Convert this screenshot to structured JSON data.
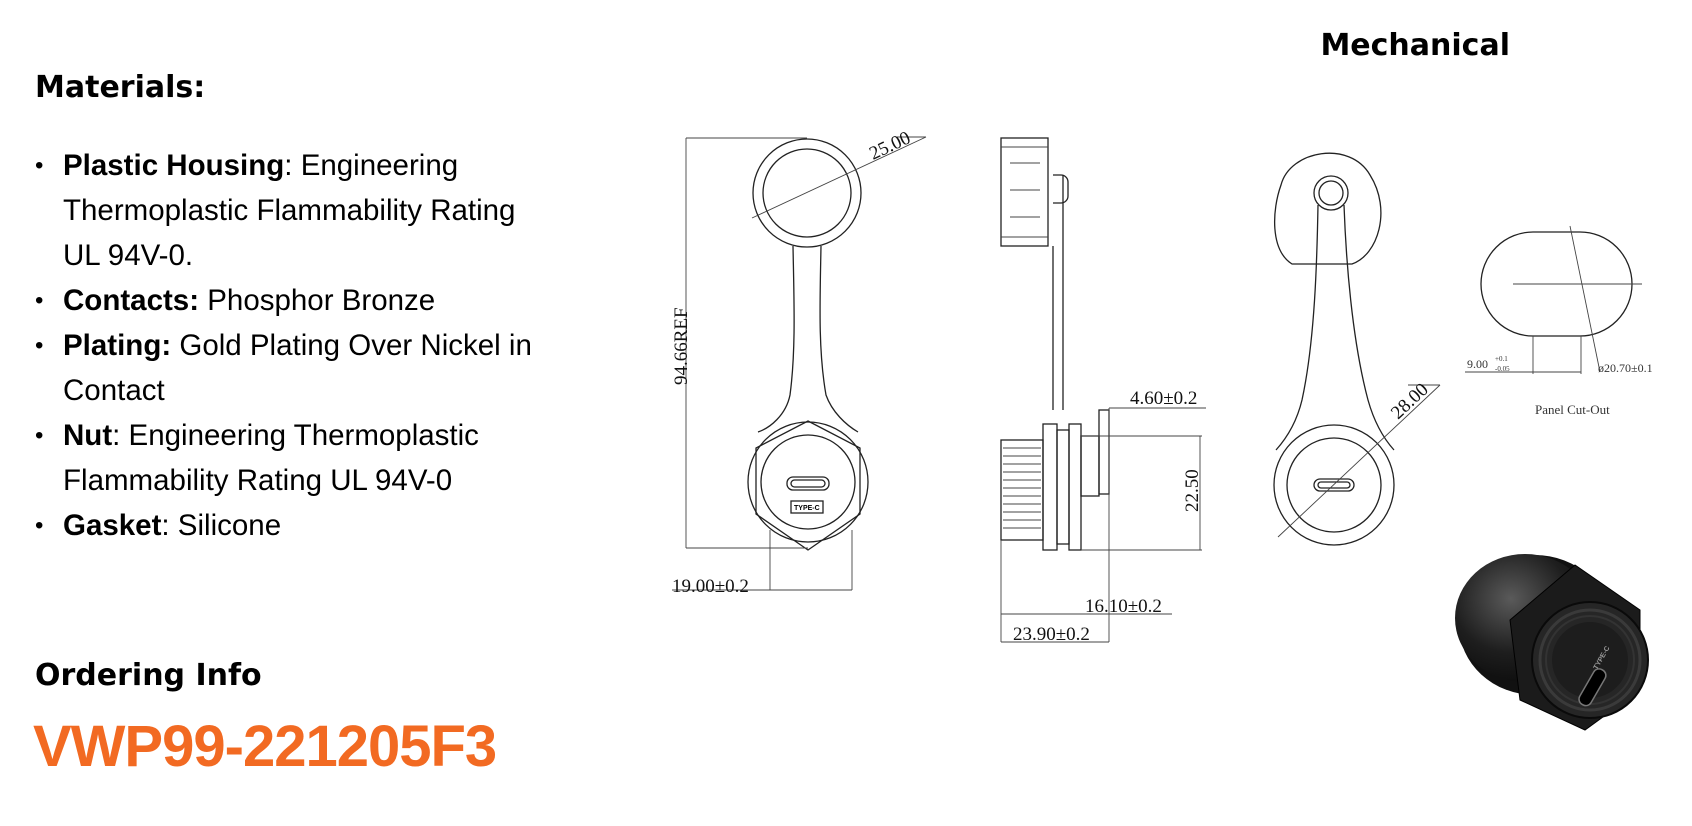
{
  "headings": {
    "mechanical": "Mechanical",
    "materials": "Materials:",
    "ordering": "Ordering Info"
  },
  "materials": [
    {
      "name": "Plastic Housing",
      "sep": ":",
      "text": " Engineering Thermoplastic Flammability Rating UL 94V-0."
    },
    {
      "name": "Contacts:",
      "sep": "",
      "text": " Phosphor Bronze"
    },
    {
      "name": "Plating:",
      "sep": "",
      "text": " Gold Plating Over Nickel in Contact"
    },
    {
      "name": "Nut",
      "sep": ":",
      "text": " Engineering Thermoplastic Flammability Rating UL 94V-0"
    },
    {
      "name": "Gasket",
      "sep": ":",
      "text": " Silicone"
    }
  ],
  "part_number": "VWP99-221205F3",
  "drawing": {
    "front": {
      "cap_diameter": "25.00",
      "length_ref": "94.66REF",
      "nut_width": "19.00±0.2",
      "port_label": "TYPE-C"
    },
    "side": {
      "tab_thickness": "4.60±0.2",
      "height": "22.50",
      "depth_1": "16.10±0.2",
      "depth_2": "23.90±0.2"
    },
    "rear": {
      "flange_diameter": "28.00"
    },
    "cutout": {
      "flat": "9.00",
      "flat_tol_upper": "+0.1",
      "flat_tol_lower": "-0.05",
      "diameter": "ø20.70±0.1",
      "caption": "Panel Cut-Out"
    },
    "photo_label": "TYPE-C"
  },
  "colors": {
    "accent": "#F26A22",
    "text": "#000000",
    "line": "#222222"
  }
}
